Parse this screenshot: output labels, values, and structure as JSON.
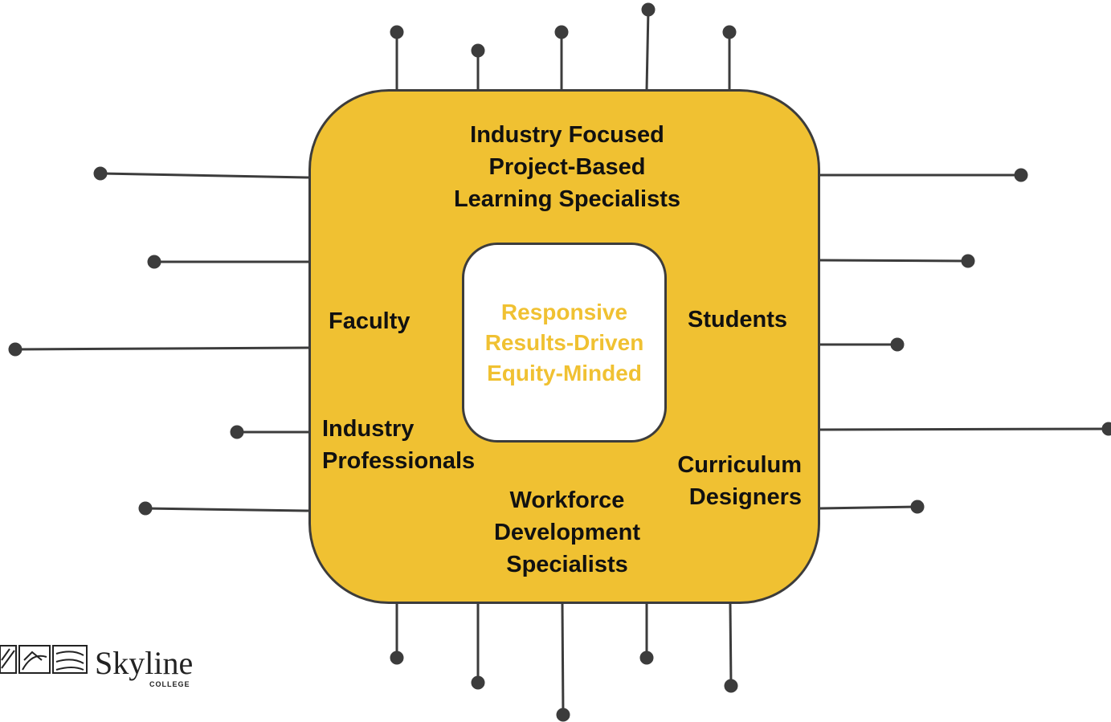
{
  "top_block": [
    "Industry Focused",
    "Project-Based",
    "Learning Specialists"
  ],
  "core_block": [
    "Responsive",
    "Results-Driven",
    "Equity-Minded"
  ],
  "faculty": "Faculty",
  "students": "Students",
  "industry_professionals": [
    "Industry",
    "Professionals"
  ],
  "curriculum_designers": [
    "Curriculum",
    "Designers"
  ],
  "workforce_development": [
    "Workforce",
    "Development",
    "Specialists"
  ],
  "logo": {
    "word": "Skyline",
    "sub": "COLLEGE"
  },
  "colors": {
    "accent": "#f0c132",
    "outline": "#3c3c3c",
    "text": "#111111"
  }
}
